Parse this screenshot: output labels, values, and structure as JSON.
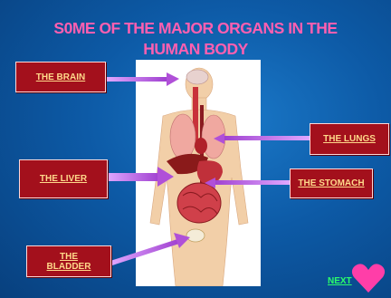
{
  "title": {
    "line1": "S0ME OF THE MAJOR ORGANS IN THE",
    "line2": "HUMAN BODY"
  },
  "labels": {
    "brain": "THE BRAIN",
    "lungs": "THE LUNGS",
    "liver": "THE LIVER",
    "stomach": "THE STOMACH",
    "bladder_line1": "THE",
    "bladder_line2": "BLADDER"
  },
  "nav": {
    "next": "NEXT"
  },
  "colors": {
    "title": "#ff5fb0",
    "label_bg": "#a3101c",
    "label_text": "#ffd98a",
    "arrow": "#c45be0",
    "next_link": "#2bff6a",
    "heart": "#ff3ea8"
  }
}
